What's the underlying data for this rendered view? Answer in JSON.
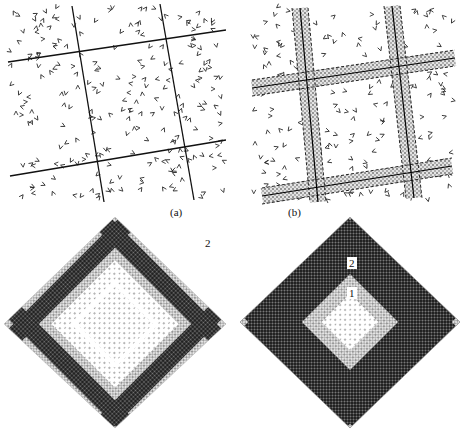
{
  "diagram": {
    "labels": [
      "(a)",
      "(b)",
      "2",
      "2",
      "1"
    ]
  }
}
